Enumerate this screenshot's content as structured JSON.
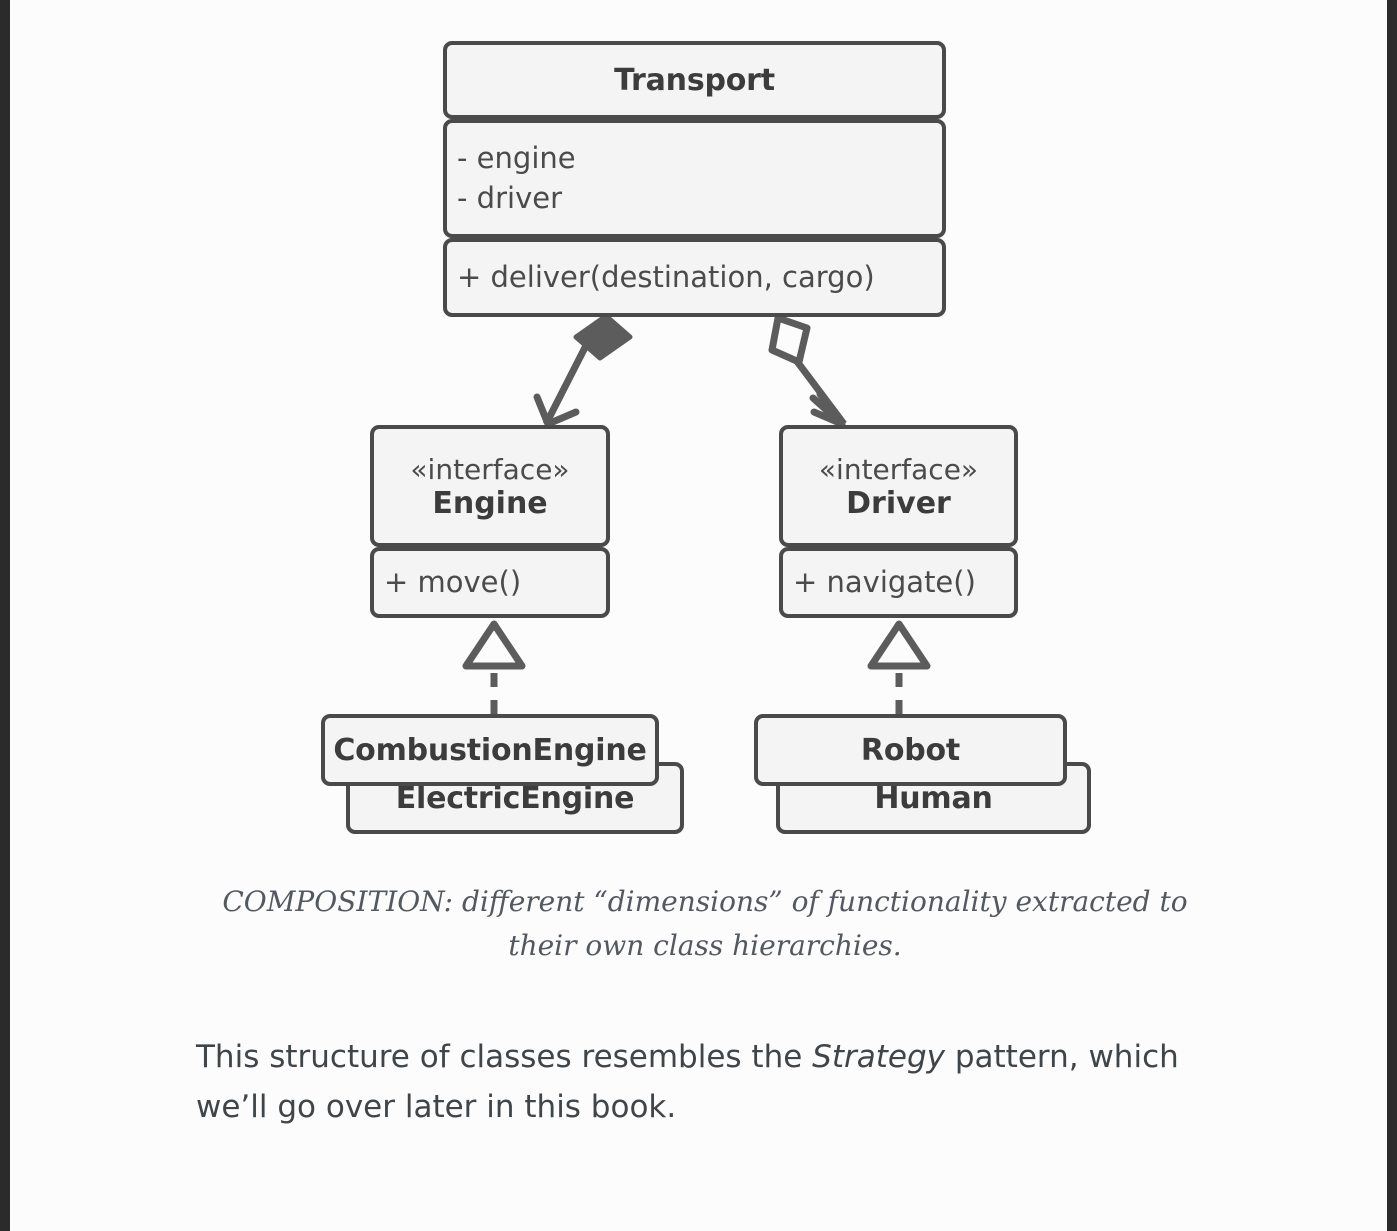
{
  "page": {
    "background_color": "#fcfcfc",
    "frame_color": "#2b2b2b",
    "box_fill": "#f4f4f4",
    "box_stroke": "#4a4a4a",
    "text_color": "#3c3c3c"
  },
  "diagram": {
    "type": "uml-class-diagram",
    "classes": {
      "transport": {
        "name": "Transport",
        "attributes": [
          "- engine",
          "- driver"
        ],
        "methods": [
          "+ deliver(destination, cargo)"
        ]
      },
      "engine": {
        "stereotype": "«interface»",
        "name": "Engine",
        "methods": [
          "+ move()"
        ]
      },
      "driver": {
        "stereotype": "«interface»",
        "name": "Driver",
        "methods": [
          "+ navigate()"
        ]
      },
      "combustion_engine": {
        "name": "CombustionEngine"
      },
      "electric_engine": {
        "name": "ElectricEngine"
      },
      "robot": {
        "name": "Robot"
      },
      "human": {
        "name": "Human"
      }
    },
    "relations": [
      {
        "from": "Transport",
        "to": "Engine",
        "kind": "composition",
        "marker": "filled-diamond"
      },
      {
        "from": "Transport",
        "to": "Driver",
        "kind": "aggregation",
        "marker": "hollow-diamond"
      },
      {
        "from": "CombustionEngine",
        "to": "Engine",
        "kind": "realization",
        "marker": "hollow-triangle-dashed"
      },
      {
        "from": "Robot",
        "to": "Driver",
        "kind": "realization",
        "marker": "hollow-triangle-dashed"
      }
    ]
  },
  "caption": {
    "text": "COMPOSITION: different “dimensions” of functionality extracted to their own class hierarchies."
  },
  "paragraph": {
    "part1": "This structure of classes resembles the ",
    "emphasis": "Strategy",
    "part2": " pattern, which we’ll go over later in this book."
  }
}
